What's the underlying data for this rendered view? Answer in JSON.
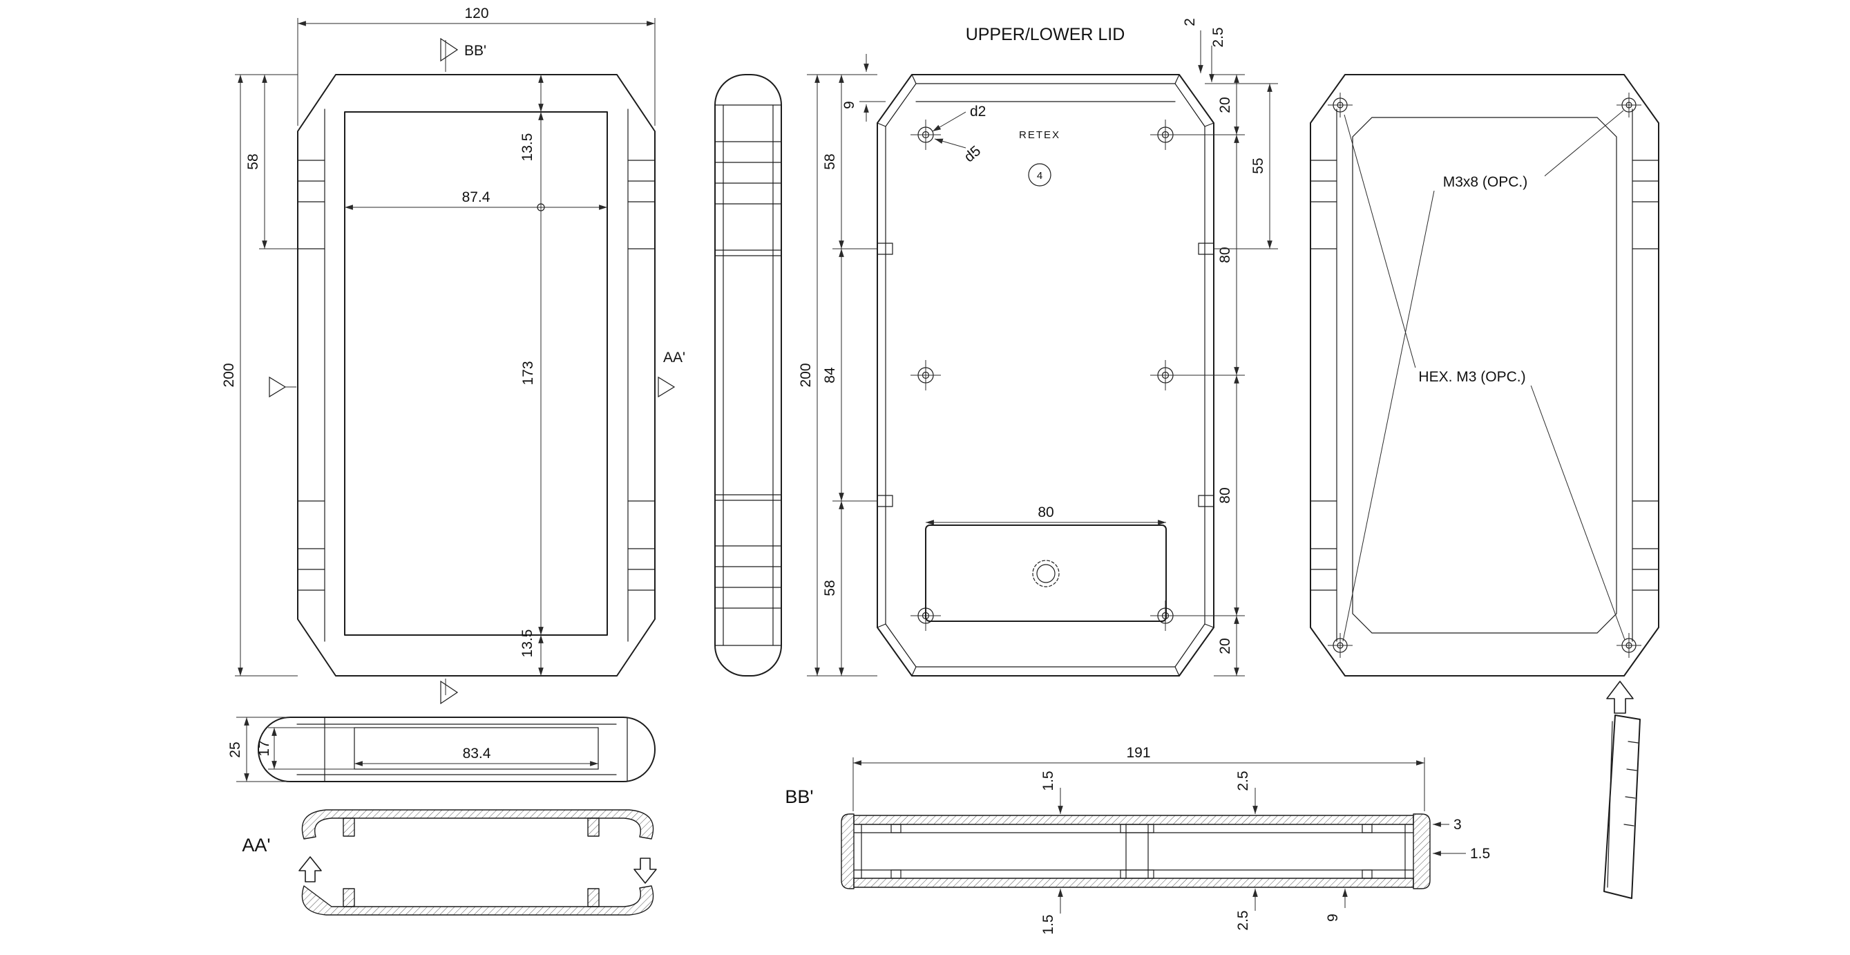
{
  "colors": {
    "line": "#1c1c1c",
    "dim": "#2a2a2a",
    "background": "#ffffff"
  },
  "front": {
    "dim_width": "120",
    "dim_height": "200",
    "dim_side": "58",
    "dim_top_inset": "13.5",
    "dim_inner_width": "87.4",
    "dim_inner_height": "173",
    "dim_bottom_inset": "13.5",
    "section_bb": "BB'",
    "section_aa": "AA'"
  },
  "lid": {
    "title": "UPPER/LOWER LID",
    "dim_height": "200",
    "dim_top_edge": "9",
    "dim_left_top": "58",
    "dim_left_mid": "84",
    "dim_left_bottom": "58",
    "dim_lip_outer": "2",
    "dim_lip_inner": "2.5",
    "dim_right_top": "20",
    "dim_boss_span": "55",
    "dim_right_mid1": "80",
    "dim_right_mid2": "80",
    "dim_right_bottom": "20",
    "hole_inner_dia": "d2",
    "hole_outer_dia": "d5",
    "logo": "RETEX",
    "mold_mark": "4",
    "dim_compartment": "80"
  },
  "back": {
    "label_screw": "M3x8 (OPC.)",
    "label_nut": "HEX. M3 (OPC.)"
  },
  "top": {
    "dim_height": "25",
    "dim_inner_height": "17",
    "dim_inner_width": "83.4"
  },
  "section_aa": {
    "label": "AA'"
  },
  "section_bb": {
    "label": "BB'",
    "dim_length": "191",
    "dim_wall_top": "1.5",
    "dim_step_top": "2.5",
    "dim_right_upper": "3",
    "dim_right_lower": "1.5",
    "dim_wall_bottom": "1.5",
    "dim_step_bottom": "2.5",
    "dim_depth": "9"
  }
}
